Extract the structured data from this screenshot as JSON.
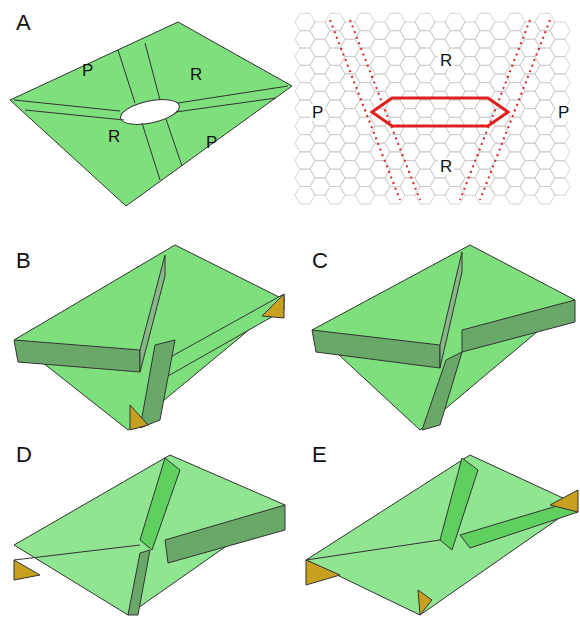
{
  "diagram": {
    "labels": [
      "A",
      "P",
      "R",
      "R",
      "P",
      "R",
      "P",
      "P",
      "R",
      "B",
      "C",
      "D",
      "E"
    ]
  }
}
